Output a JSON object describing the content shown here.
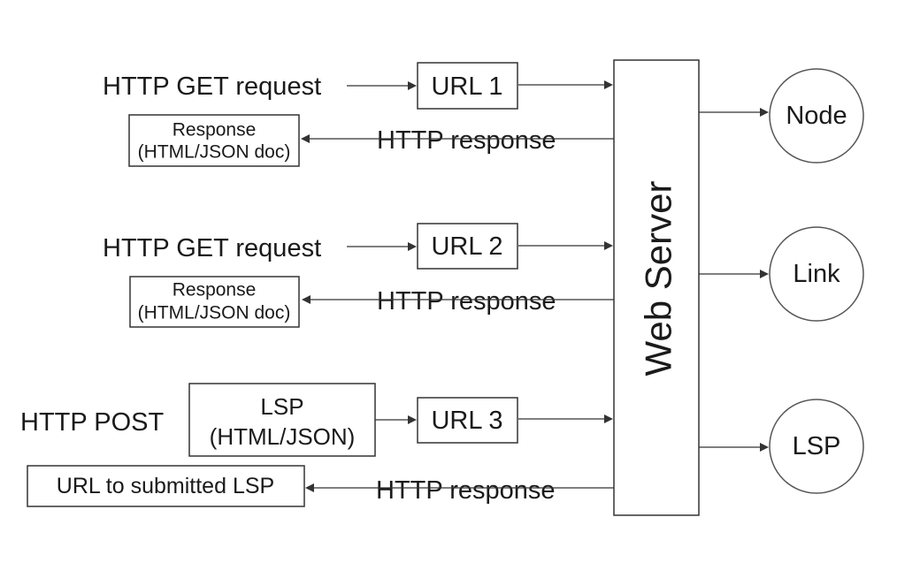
{
  "server": {
    "label": "Web Server"
  },
  "flows": [
    {
      "request_label": "HTTP GET request",
      "request_payload": null,
      "url_label": "URL 1",
      "response_label": "HTTP response",
      "response_box": [
        "Response",
        "(HTML/JSON doc)"
      ]
    },
    {
      "request_label": "HTTP GET request",
      "request_payload": null,
      "url_label": "URL 2",
      "response_label": "HTTP response",
      "response_box": [
        "Response",
        "(HTML/JSON doc)"
      ]
    },
    {
      "request_label": "HTTP POST",
      "request_payload": [
        "LSP",
        "(HTML/JSON)"
      ],
      "url_label": "URL 3",
      "response_label": "HTTP response",
      "response_box": [
        "URL to submitted LSP"
      ]
    }
  ],
  "resources": [
    {
      "label": "Node"
    },
    {
      "label": "Link"
    },
    {
      "label": "LSP"
    }
  ],
  "colors": {
    "stroke": "#333333",
    "circle_stroke": "#555555",
    "text": "#1a1a1a",
    "background": "#ffffff"
  }
}
